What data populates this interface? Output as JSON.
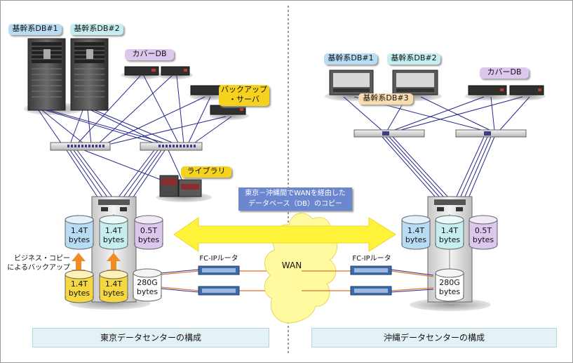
{
  "tokyo": {
    "db1": "基幹系DB#1",
    "db2": "基幹系DB#2",
    "cover_db": "カバーDB",
    "backup_server": "バックアップ\n・サーバ",
    "library": "ライブラリ",
    "copy_note": "ビジネス・コピー\nによるバックアップ",
    "fc_router": "FC-IPルータ",
    "caption": "東京データセンターの構成",
    "disks": [
      {
        "size": "1.4T",
        "unit": "bytes"
      },
      {
        "size": "1.4T",
        "unit": "bytes"
      },
      {
        "size": "0.5T",
        "unit": "bytes"
      },
      {
        "size": "1.4T",
        "unit": "bytes"
      },
      {
        "size": "1.4T",
        "unit": "bytes"
      },
      {
        "size": "280G",
        "unit": "bytes"
      }
    ]
  },
  "okinawa": {
    "db1": "基幹系DB#1",
    "db2": "基幹系DB#2",
    "db3": "基幹系DB#3",
    "cover_db": "カバーDB",
    "fc_router": "FC-IPルータ",
    "caption": "沖縄データセンターの構成",
    "disks": [
      {
        "size": "1.4T",
        "unit": "bytes"
      },
      {
        "size": "1.4T",
        "unit": "bytes"
      },
      {
        "size": "0.5T",
        "unit": "bytes"
      },
      {
        "size": "280G",
        "unit": "bytes"
      }
    ]
  },
  "wan": {
    "label": "WAN",
    "copy_note": "東京－沖縄間でWANを経由した\nデータベース（DB）のコピー"
  },
  "colors": {
    "db_blue": "#b9dcf5",
    "db_cyan": "#c6eef0",
    "cover_purple": "#dcc8ec",
    "backup_yellow": "#f5d21e",
    "db3_orange": "#f9ddb0",
    "wan_cloud": "#fffaa0",
    "arrow_yellow": "#fff33a",
    "note_blue": "#6b87cf",
    "san_line": "#28288c"
  }
}
